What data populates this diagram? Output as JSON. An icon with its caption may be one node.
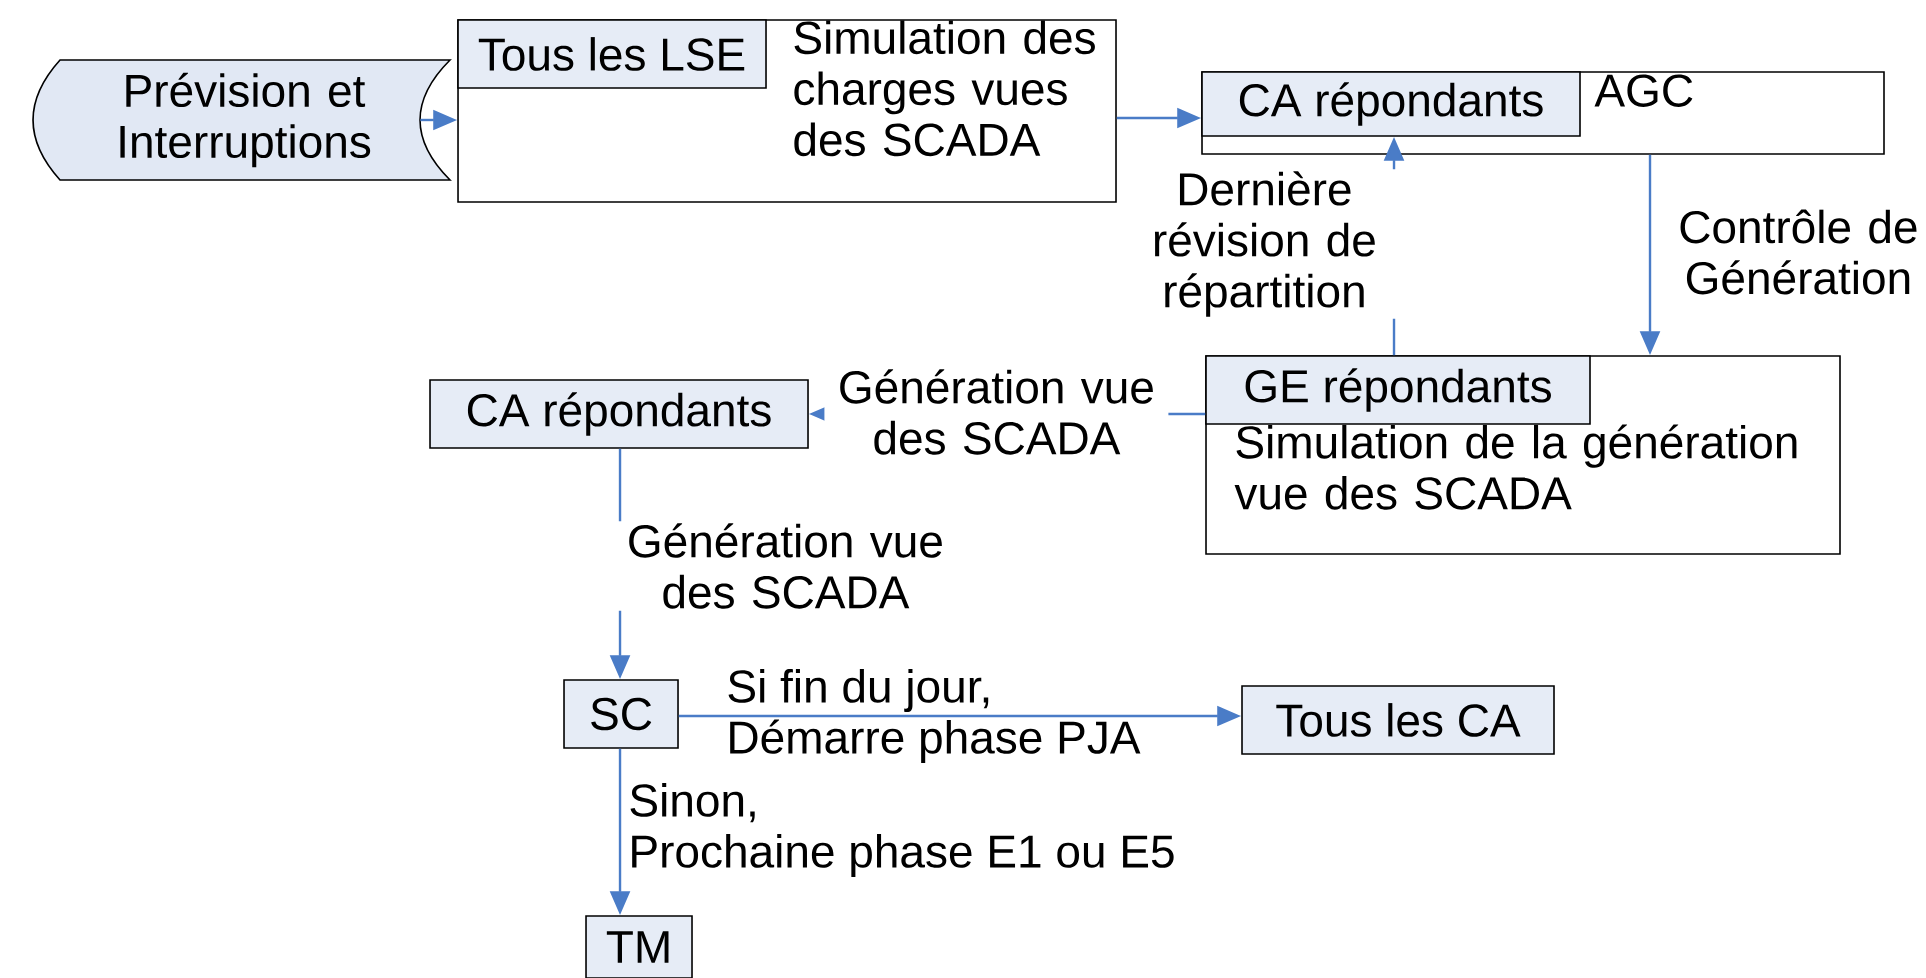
{
  "diagram": {
    "nodes": [
      {
        "text": [
          "Prévision et Interruptions"
        ]
      },
      {
        "text": [
          "Simulation des charges vues des SCADA"
        ]
      },
      {
        "text": [
          "Tous les LSE"
        ],
        "in": 1
      },
      {
        "text": [
          "AGC"
        ]
      },
      {
        "text": [
          "CA répondants"
        ],
        "in": 3
      },
      {
        "text": [
          "Simulation de la génération vue des SCADA"
        ]
      },
      {
        "text": [
          "GE répondants"
        ],
        "in": 5
      },
      {
        "text": [
          "CA répondants"
        ]
      },
      {
        "text": [
          "SC"
        ]
      },
      {
        "text": [
          "Tous les CA"
        ]
      },
      {
        "text": [
          "TM"
        ]
      }
    ],
    "edges": [
      {
        "from": 0,
        "to": 1,
        "arrow": "to"
      },
      {
        "from": 1,
        "to": 4,
        "arrow": "to"
      },
      {
        "from": 6,
        "to": 4,
        "arrow": "to",
        "label": "Dernière révision de répartition"
      },
      {
        "from": 3,
        "to": 5,
        "arrow": "to",
        "label": "Contrôle de Génération"
      },
      {
        "from": 6,
        "to": 7,
        "arrow": "to",
        "label": "Génération vue des SCADA"
      },
      {
        "from": 7,
        "to": 8,
        "arrow": "to",
        "label": "Génération vue des SCADA"
      },
      {
        "from": 8,
        "to": 9,
        "arrow": "to",
        "label": "Si fin du jour, Démarre phase PJA"
      },
      {
        "from": 8,
        "to": 10,
        "arrow": "to",
        "label": "Sinon, Prochaine phase E1 ou E5"
      }
    ]
  }
}
